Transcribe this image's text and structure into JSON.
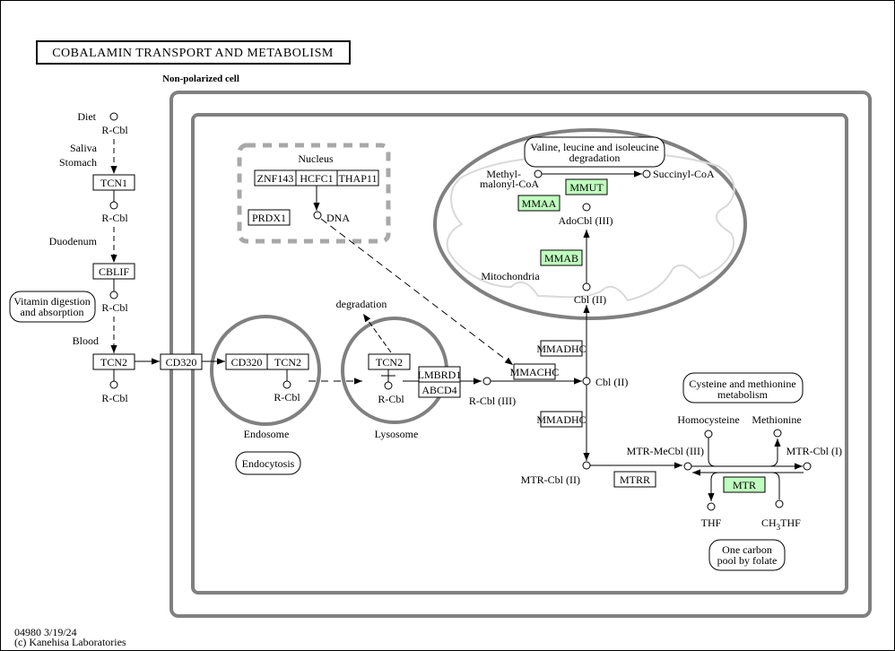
{
  "title": "COBALAMIN TRANSPORT AND METABOLISM",
  "cell_label": "Non-polarized cell",
  "footer": {
    "map_id_date": "04980 3/19/24",
    "copyright": "(c) Kanehisa Laboratories"
  },
  "compartments": {
    "nucleus": "Nucleus",
    "mitochondria": "Mitochondria",
    "endosome": "Endosome",
    "lysosome": "Lysosome"
  },
  "location_labels": {
    "diet": "Diet",
    "saliva": "Saliva",
    "stomach": "Stomach",
    "duodenum": "Duodenum",
    "blood": "Blood",
    "degradation": "degradation"
  },
  "genes": {
    "tcn1": "TCN1",
    "cblif": "CBLIF",
    "tcn2_blood": "TCN2",
    "cd320_membrane": "CD320",
    "cd320_endosome": "CD320",
    "tcn2_endosome": "TCN2",
    "tcn2_lysosome": "TCN2",
    "lmbrd1": "LMBRD1",
    "abcd4": "ABCD4",
    "znf143": "ZNF143",
    "hcfc1": "HCFC1",
    "thap11": "THAP11",
    "prdx1": "PRDX1",
    "mmadhc_top": "MMADHC",
    "mmachc": "MMACHC",
    "mmadhc_bottom": "MMADHC",
    "mmut": "MMUT",
    "mmaa": "MMAA",
    "mmab": "MMAB",
    "mtrr": "MTRR",
    "mtr": "MTR"
  },
  "compounds": {
    "rcbl_diet": "R-Cbl",
    "rcbl_tcn1": "R-Cbl",
    "rcbl_cblif": "R-Cbl",
    "rcbl_tcn2": "R-Cbl",
    "rcbl_endosome": "R-Cbl",
    "rcbl_lysosome": "R-Cbl",
    "rcbl_iii": "R-Cbl (III)",
    "dna": "DNA",
    "cbl_ii_cyto": "Cbl (II)",
    "cbl_ii_mito": "Cbl (II)",
    "adocbl_iii": "AdoCbl (III)",
    "methylmalonyl_coa_1": "Methyl-",
    "methylmalonyl_coa_2": "malonyl-CoA",
    "succinyl_coa": "Succinyl-CoA",
    "mtr_cbl_ii": "MTR-Cbl (II)",
    "mtr_mecbl_iii": "MTR-MeCbl (III)",
    "mtr_cbl_i": "MTR-Cbl (I)",
    "homocysteine": "Homocysteine",
    "methionine": "Methionine",
    "thf": "THF",
    "ch3thf_a": "CH",
    "ch3thf_sub": "3",
    "ch3thf_b": "THF"
  },
  "maps": {
    "vitamin_digestion_1": "Vitamin digestion",
    "vitamin_digestion_2": "and absorption",
    "endocytosis": "Endocytosis",
    "valine_1": "Valine, leucine and isoleucine",
    "valine_2": "degradation",
    "cysteine_1": "Cysteine and methionine",
    "cysteine_2": "metabolism",
    "one_carbon_1": "One carbon",
    "one_carbon_2": "pool by folate"
  },
  "colors": {
    "highlight_gene": "#bfffbf",
    "compartment_border": "#808080",
    "mito_inner": "#d9d9d9"
  }
}
